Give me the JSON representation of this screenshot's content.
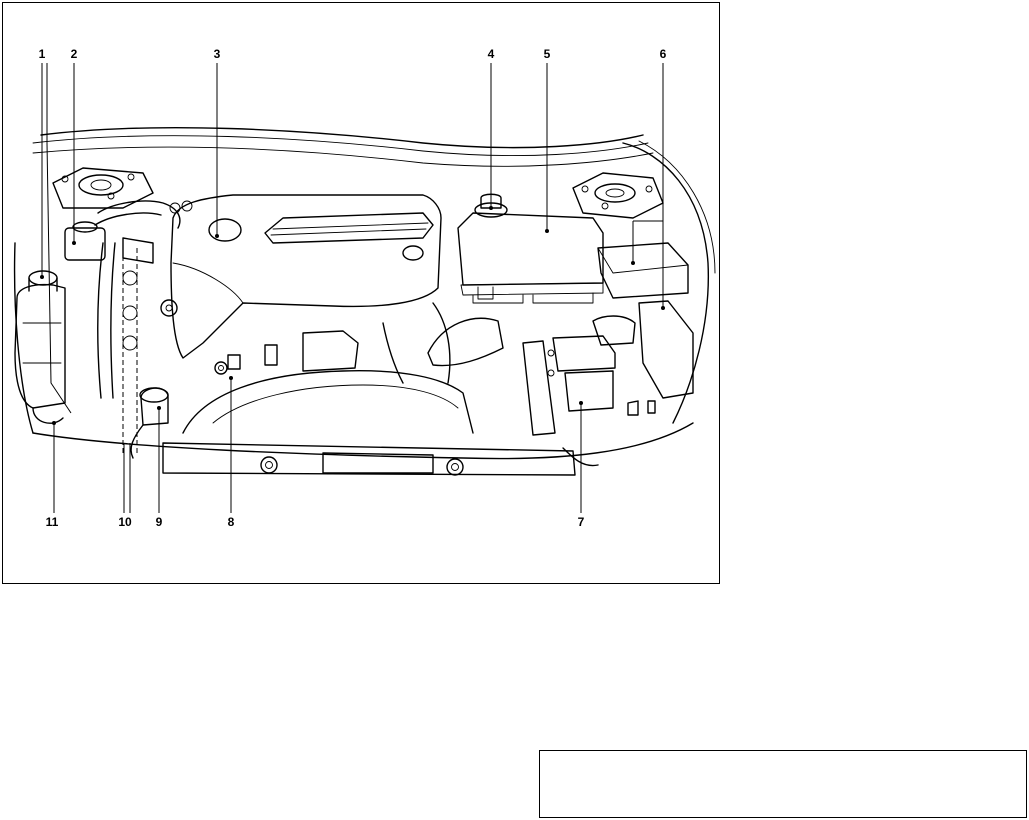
{
  "diagram": {
    "callouts": [
      "1",
      "2",
      "3",
      "4",
      "5",
      "6",
      "7",
      "8",
      "9",
      "10",
      "11"
    ]
  },
  "colors": {
    "ink": "#000000",
    "paper": "#ffffff"
  }
}
